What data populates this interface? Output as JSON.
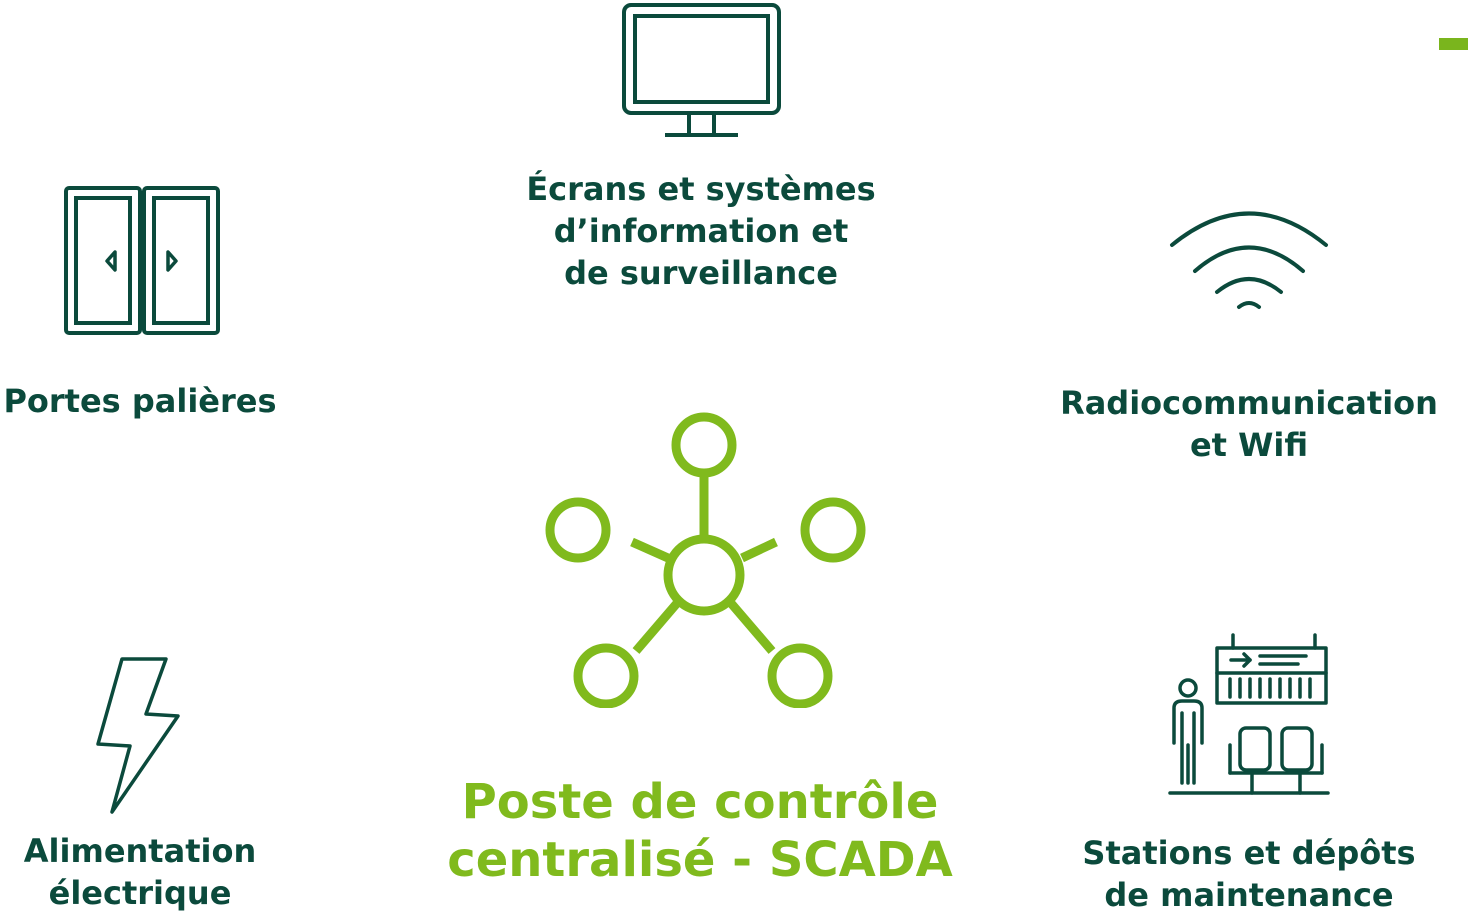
{
  "colors": {
    "primary": "#0b4a3c",
    "accent": "#80ba1d"
  },
  "icons": {
    "monitor": "monitor-icon",
    "doors": "sliding-doors-icon",
    "wifi": "wifi-icon",
    "lightning": "lightning-icon",
    "station": "station-icon",
    "network": "network-hub-icon"
  },
  "labels": {
    "screens": [
      "Écrans et systèmes",
      "d’information et",
      "de surveillance"
    ],
    "doors": [
      "Portes palières"
    ],
    "radio": [
      "Radiocommunication",
      "et Wifi"
    ],
    "power": [
      "Alimentation",
      "électrique"
    ],
    "stations": [
      "Stations et dépôts",
      "de maintenance"
    ]
  },
  "center": {
    "title": [
      "Poste de contrôle",
      "centralisé - SCADA"
    ]
  }
}
